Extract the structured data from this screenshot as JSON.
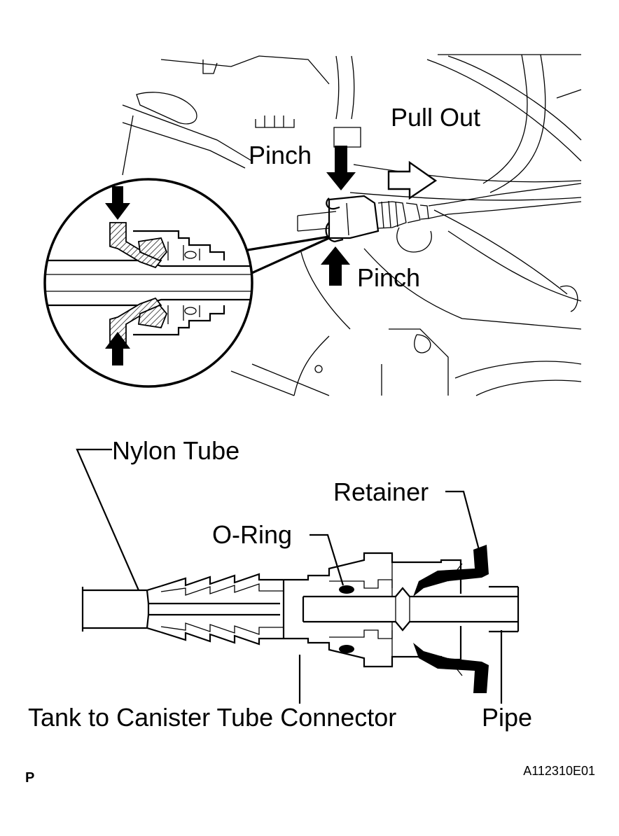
{
  "top_view": {
    "pinch_upper": "Pinch",
    "pinch_lower": "Pinch",
    "pull_out": "Pull Out"
  },
  "cross_section": {
    "nylon_tube": "Nylon Tube",
    "retainer": "Retainer",
    "o_ring": "O-Ring",
    "connector": "Tank to Canister Tube Connector",
    "pipe": "Pipe"
  },
  "footer": {
    "corner_letter": "P",
    "figure_code": "A112310E01"
  }
}
